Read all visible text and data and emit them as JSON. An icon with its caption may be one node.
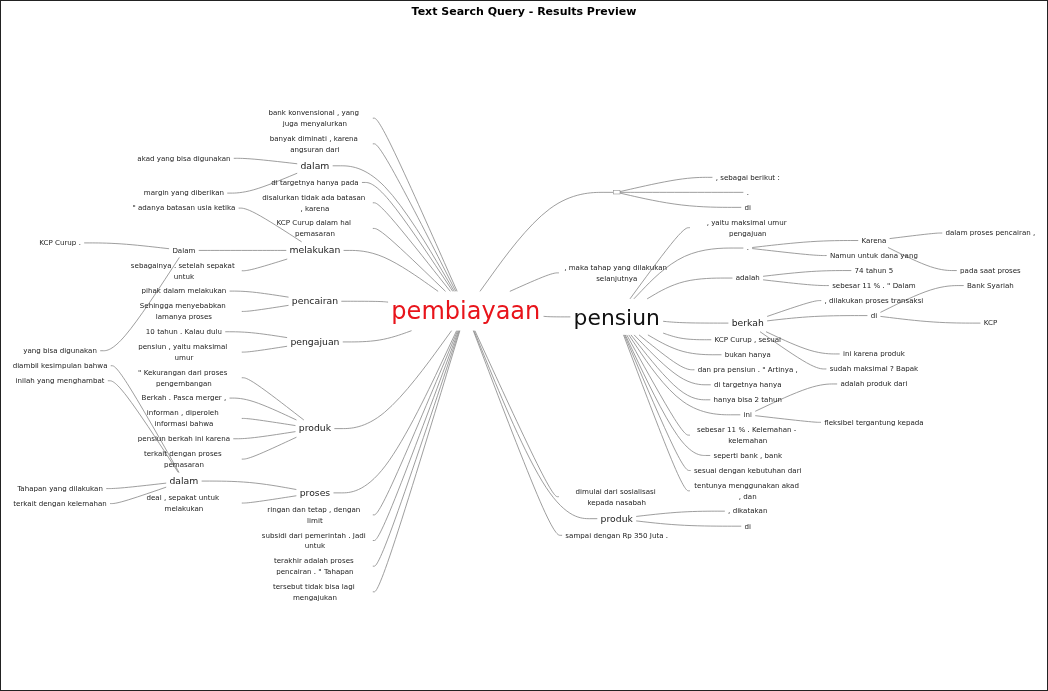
{
  "diagram": {
    "title": "Text Search Query - Results Preview",
    "nodes": [
      {
        "text": [
          "pembiayaan"
        ]
      },
      {
        "text": [
          "pensiun"
        ]
      },
      {
        "text": [
          "bank konvensional , yang juga menyalurkan"
        ]
      },
      {
        "text": [
          "banyak diminati , karena angsuran dari"
        ]
      },
      {
        "text": [
          "dalam"
        ]
      },
      {
        "text": [
          "akad yang bisa digunakan"
        ]
      },
      {
        "text": [
          "margin yang diberikan"
        ]
      },
      {
        "text": [
          "di targetnya hanya pada"
        ]
      },
      {
        "text": [
          "disalurkan tidak ada batasan , karena"
        ]
      },
      {
        "text": [
          "KCP Curup dalam hal pemasaran"
        ]
      },
      {
        "text": [
          "melakukan"
        ]
      },
      {
        "text": [
          "\" adanya batasan usia ketika"
        ]
      },
      {
        "text": [
          "Dalam"
        ]
      },
      {
        "text": [
          "KCP Curup ."
        ]
      },
      {
        "text": [
          "yang bisa digunakan"
        ]
      },
      {
        "text": [
          "sebagainya . setelah sepakat untuk"
        ]
      },
      {
        "text": [
          "pencairan"
        ]
      },
      {
        "text": [
          "pihak dalam melakukan"
        ]
      },
      {
        "text": [
          "Sehingga menyebabkan lamanya proses"
        ]
      },
      {
        "text": [
          "pengajuan"
        ]
      },
      {
        "text": [
          "10 tahun . Kalau dulu"
        ]
      },
      {
        "text": [
          "pensiun , yaitu maksimal umur"
        ]
      },
      {
        "text": [
          "produk"
        ]
      },
      {
        "text": [
          "\" Kekurangan dari proses pengembangan"
        ]
      },
      {
        "text": [
          "Berkah . Pasca merger ,"
        ]
      },
      {
        "text": [
          "informan , diperoleh informasi bahwa"
        ]
      },
      {
        "text": [
          "pensiun berkah ini karena"
        ]
      },
      {
        "text": [
          "terkait dengan proses pemasaran"
        ]
      },
      {
        "text": [
          "proses"
        ]
      },
      {
        "text": [
          "dalam"
        ]
      },
      {
        "text": [
          "diambil kesimpulan bahwa"
        ]
      },
      {
        "text": [
          "inilah yang menghambat"
        ]
      },
      {
        "text": [
          "Tahapan yang dilakukan"
        ]
      },
      {
        "text": [
          "terkait dengan kelemahan"
        ]
      },
      {
        "text": [
          "deal , sepakat untuk melakukan"
        ]
      },
      {
        "text": [
          "ringan dan tetap , dengan limit"
        ]
      },
      {
        "text": [
          "subsidi dari pemerintah . Jadi untuk"
        ]
      },
      {
        "text": [
          "terakhir adalah proses pencairan . \" Tahapan"
        ]
      },
      {
        "text": [
          "tersebut tidak bisa lagi mengajukan"
        ]
      },
      {
        "text": [
          ", maka tahap yang dilakukan selanjutnya"
        ]
      },
      {
        "text": [],
        "shape": "box"
      },
      {
        "text": [
          ", sebagai berikut :"
        ]
      },
      {
        "text": [
          "."
        ]
      },
      {
        "text": [
          "di"
        ]
      },
      {
        "text": [
          "dimulai dari sosialisasi kepada nasabah"
        ]
      },
      {
        "text": [
          ", yaitu maksimal umur pengajuan"
        ]
      },
      {
        "text": [
          "."
        ]
      },
      {
        "text": [
          "Karena"
        ]
      },
      {
        "text": [
          "dalam proses pencairan ,"
        ]
      },
      {
        "text": [
          "pada saat proses"
        ]
      },
      {
        "text": [
          "Namun untuk dana yang"
        ]
      },
      {
        "text": [
          "adalah"
        ]
      },
      {
        "text": [
          "74 tahun 5"
        ]
      },
      {
        "text": [
          "sebesar 11 % . \" Dalam"
        ]
      },
      {
        "text": [
          "berkah"
        ]
      },
      {
        "text": [
          ", dilakukan proses transaksi"
        ]
      },
      {
        "text": [
          "di"
        ]
      },
      {
        "text": [
          "Bank Syariah"
        ]
      },
      {
        "text": [
          "KCP"
        ]
      },
      {
        "text": [
          "ini karena produk"
        ]
      },
      {
        "text": [
          "sudah maksimal ? Bapak"
        ]
      },
      {
        "text": [
          "KCP Curup , sesuai"
        ]
      },
      {
        "text": [
          "bukan hanya"
        ]
      },
      {
        "text": [
          "dan pra pensiun . \" Artinya ,"
        ]
      },
      {
        "text": [
          "di targetnya hanya"
        ]
      },
      {
        "text": [
          "hanya bisa 2 tahun"
        ]
      },
      {
        "text": [
          "ini"
        ]
      },
      {
        "text": [
          "adalah produk dari"
        ]
      },
      {
        "text": [
          "fleksibel tergantung kepada"
        ]
      },
      {
        "text": [
          "sebesar 11 % . Kelemahan - kelemahan"
        ]
      },
      {
        "text": [
          "seperti bank , bank"
        ]
      },
      {
        "text": [
          "sesuai dengan kebutuhan dari"
        ]
      },
      {
        "text": [
          "tentunya menggunakan akad , dan"
        ]
      },
      {
        "text": [
          "produk"
        ]
      },
      {
        "text": [
          ", dikatakan"
        ]
      },
      {
        "text": [
          "di"
        ]
      },
      {
        "text": [
          "sampai dengan Rp 350 Juta ."
        ]
      }
    ],
    "edges": [
      {
        "from": 2,
        "to": 0,
        "arrow": "none"
      },
      {
        "from": 3,
        "to": 0,
        "arrow": "none"
      },
      {
        "from": 4,
        "to": 0,
        "arrow": "none"
      },
      {
        "from": 5,
        "to": 4,
        "arrow": "none"
      },
      {
        "from": 6,
        "to": 4,
        "arrow": "none"
      },
      {
        "from": 7,
        "to": 0,
        "arrow": "none"
      },
      {
        "from": 8,
        "to": 0,
        "arrow": "none"
      },
      {
        "from": 9,
        "to": 0,
        "arrow": "none"
      },
      {
        "from": 10,
        "to": 0,
        "arrow": "none"
      },
      {
        "from": 11,
        "to": 10,
        "arrow": "none"
      },
      {
        "from": 12,
        "to": 10,
        "arrow": "none"
      },
      {
        "from": 13,
        "to": 12,
        "arrow": "none"
      },
      {
        "from": 14,
        "to": 12,
        "arrow": "none"
      },
      {
        "from": 15,
        "to": 10,
        "arrow": "none"
      },
      {
        "from": 16,
        "to": 0,
        "arrow": "none"
      },
      {
        "from": 17,
        "to": 16,
        "arrow": "none"
      },
      {
        "from": 18,
        "to": 16,
        "arrow": "none"
      },
      {
        "from": 19,
        "to": 0,
        "arrow": "none"
      },
      {
        "from": 20,
        "to": 19,
        "arrow": "none"
      },
      {
        "from": 21,
        "to": 19,
        "arrow": "none"
      },
      {
        "from": 22,
        "to": 0,
        "arrow": "none"
      },
      {
        "from": 23,
        "to": 22,
        "arrow": "none"
      },
      {
        "from": 24,
        "to": 22,
        "arrow": "none"
      },
      {
        "from": 25,
        "to": 22,
        "arrow": "none"
      },
      {
        "from": 26,
        "to": 22,
        "arrow": "none"
      },
      {
        "from": 27,
        "to": 22,
        "arrow": "none"
      },
      {
        "from": 28,
        "to": 0,
        "arrow": "none"
      },
      {
        "from": 29,
        "to": 28,
        "arrow": "none"
      },
      {
        "from": 30,
        "to": 29,
        "arrow": "none"
      },
      {
        "from": 31,
        "to": 29,
        "arrow": "none"
      },
      {
        "from": 32,
        "to": 29,
        "arrow": "none"
      },
      {
        "from": 33,
        "to": 29,
        "arrow": "none"
      },
      {
        "from": 34,
        "to": 28,
        "arrow": "none"
      },
      {
        "from": 35,
        "to": 0,
        "arrow": "none"
      },
      {
        "from": 36,
        "to": 0,
        "arrow": "none"
      },
      {
        "from": 37,
        "to": 0,
        "arrow": "none"
      },
      {
        "from": 38,
        "to": 0,
        "arrow": "none"
      },
      {
        "from": 0,
        "to": 39,
        "arrow": "none"
      },
      {
        "from": 0,
        "to": 40,
        "arrow": "none"
      },
      {
        "from": 40,
        "to": 41,
        "arrow": "none"
      },
      {
        "from": 40,
        "to": 42,
        "arrow": "none"
      },
      {
        "from": 40,
        "to": 43,
        "arrow": "none"
      },
      {
        "from": 0,
        "to": 44,
        "arrow": "none"
      },
      {
        "from": 0,
        "to": 1,
        "arrow": "none"
      },
      {
        "from": 1,
        "to": 45,
        "arrow": "none"
      },
      {
        "from": 1,
        "to": 46,
        "arrow": "none"
      },
      {
        "from": 46,
        "to": 47,
        "arrow": "none"
      },
      {
        "from": 47,
        "to": 48,
        "arrow": "none"
      },
      {
        "from": 47,
        "to": 49,
        "arrow": "none"
      },
      {
        "from": 46,
        "to": 50,
        "arrow": "none"
      },
      {
        "from": 1,
        "to": 51,
        "arrow": "none"
      },
      {
        "from": 51,
        "to": 52,
        "arrow": "none"
      },
      {
        "from": 51,
        "to": 53,
        "arrow": "none"
      },
      {
        "from": 1,
        "to": 54,
        "arrow": "none"
      },
      {
        "from": 54,
        "to": 55,
        "arrow": "none"
      },
      {
        "from": 54,
        "to": 56,
        "arrow": "none"
      },
      {
        "from": 56,
        "to": 57,
        "arrow": "none"
      },
      {
        "from": 56,
        "to": 58,
        "arrow": "none"
      },
      {
        "from": 54,
        "to": 59,
        "arrow": "none"
      },
      {
        "from": 54,
        "to": 60,
        "arrow": "none"
      },
      {
        "from": 1,
        "to": 61,
        "arrow": "none"
      },
      {
        "from": 1,
        "to": 62,
        "arrow": "none"
      },
      {
        "from": 1,
        "to": 63,
        "arrow": "none"
      },
      {
        "from": 1,
        "to": 64,
        "arrow": "none"
      },
      {
        "from": 1,
        "to": 65,
        "arrow": "none"
      },
      {
        "from": 1,
        "to": 66,
        "arrow": "none"
      },
      {
        "from": 66,
        "to": 67,
        "arrow": "none"
      },
      {
        "from": 66,
        "to": 68,
        "arrow": "none"
      },
      {
        "from": 1,
        "to": 69,
        "arrow": "none"
      },
      {
        "from": 1,
        "to": 70,
        "arrow": "none"
      },
      {
        "from": 1,
        "to": 71,
        "arrow": "none"
      },
      {
        "from": 1,
        "to": 72,
        "arrow": "none"
      },
      {
        "from": 0,
        "to": 73,
        "arrow": "none"
      },
      {
        "from": 73,
        "to": 74,
        "arrow": "none"
      },
      {
        "from": 73,
        "to": 75,
        "arrow": "none"
      },
      {
        "from": 0,
        "to": 76,
        "arrow": "none"
      }
    ]
  }
}
